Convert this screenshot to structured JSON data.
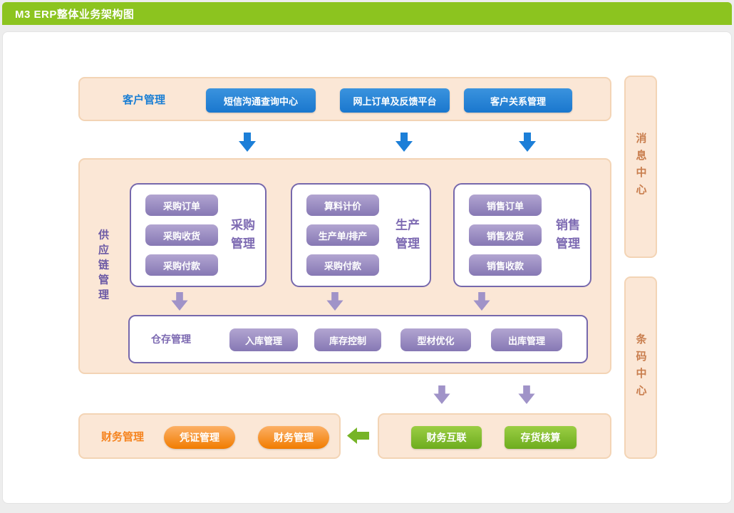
{
  "colors": {
    "header_green": "#8cc41f",
    "panel_peach": "#fbe7d6",
    "panel_border": "#f3d4b5",
    "box_border": "#7668ac",
    "blue_text": "#1b7fd4",
    "purple_text": "#7d6ab2",
    "supply_text": "#6b59a5",
    "orange_text": "#f5831e",
    "side_text": "#c97e4e",
    "arrow_blue": "#1c7fd8",
    "arrow_purple": "#a093c8",
    "arrow_green": "#76b427"
  },
  "header": {
    "title": "M3 ERP整体业务架构图"
  },
  "customer": {
    "label": "客户管理",
    "buttons": [
      "短信沟通查询中心",
      "网上订单及反馈平台",
      "客户关系管理"
    ]
  },
  "supply_chain": {
    "label": "供应链管理",
    "groups": [
      {
        "label": "采购\n管理",
        "buttons": [
          "采购订单",
          "采购收货",
          "采购付款"
        ]
      },
      {
        "label": "生产\n管理",
        "buttons": [
          "算料计价",
          "生产单/排产",
          "采购付款"
        ]
      },
      {
        "label": "销售\n管理",
        "buttons": [
          "销售订单",
          "销售发货",
          "销售收款"
        ]
      }
    ],
    "warehouse": {
      "label": "仓存管理",
      "buttons": [
        "入库管理",
        "库存控制",
        "型材优化",
        "出库管理"
      ]
    }
  },
  "finance": {
    "label": "财务管理",
    "buttons": [
      "凭证管理",
      "财务管理"
    ]
  },
  "accounting": {
    "buttons": [
      "财务互联",
      "存货核算"
    ]
  },
  "right_panels": [
    {
      "label": "消息中心"
    },
    {
      "label": "条码中心"
    }
  ]
}
